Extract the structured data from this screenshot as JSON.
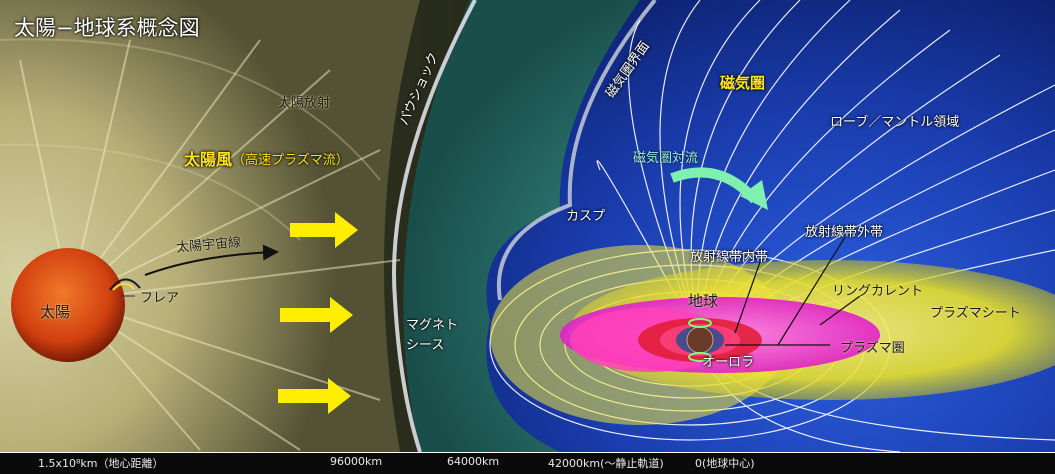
{
  "title": "太陽−地球系概念図",
  "labels": {
    "solar_radiation": "太陽放射",
    "solar_wind_main": "太陽風",
    "solar_wind_sub": "（高速プラズマ流）",
    "cosmic_rays": "太陽宇宙線",
    "sun": "太陽",
    "flare": "フレア",
    "bow_shock": "バウショック",
    "magnetopause": "磁気圏界面",
    "magnetosphere": "磁気圏",
    "lobe_mantle": "ローブ／マントル領域",
    "convection": "磁気圏対流",
    "cusp": "カスプ",
    "outer_belt": "放射線帯外帯",
    "inner_belt": "放射線帯内帯",
    "earth": "地球",
    "ring_current": "リングカレント",
    "plasma_sheet": "プラズマシート",
    "magnetosheath_1": "マグネト",
    "magnetosheath_2": "シース",
    "aurora": "オーロラ",
    "plasmasphere": "プラズマ圏"
  },
  "axis": {
    "ticks": [
      "1.5x10⁸km（地心距離）",
      "96000km",
      "64000km",
      "42000km(〜静止軌道)",
      "0(地球中心)"
    ]
  },
  "colors": {
    "arrow": "#ffee00",
    "convection_arrow": "#7ff0b0",
    "sun": "#d8400e",
    "solar_wind_haze": "#d9cf8c",
    "magnetosphere": "#1d3fb5",
    "plasma_sheet": "#f2ec3a",
    "ring_current": "#f040d8"
  }
}
